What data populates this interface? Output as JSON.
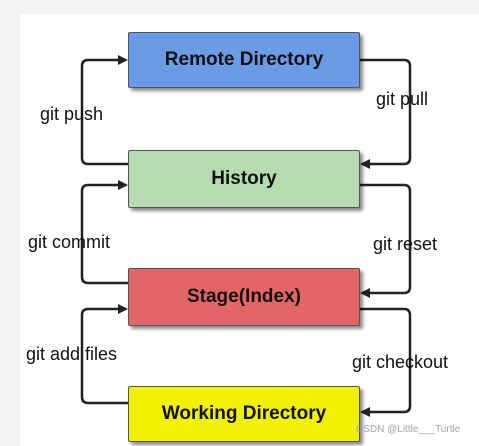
{
  "diagram": {
    "nodes": {
      "remote": {
        "label": "Remote Directory",
        "color": "#6b9be6"
      },
      "history": {
        "label": "History",
        "color": "#b7dbb0"
      },
      "stage": {
        "label": "Stage(Index)",
        "color": "#e46565"
      },
      "working": {
        "label": "Working Directory",
        "color": "#f2f200"
      }
    },
    "edges": {
      "push": "git push",
      "pull": "git pull",
      "commit": "git commit",
      "reset": "git reset",
      "add": "git add files",
      "checkout": "git checkout"
    }
  },
  "watermark": "CSDN @Little___Turtle"
}
